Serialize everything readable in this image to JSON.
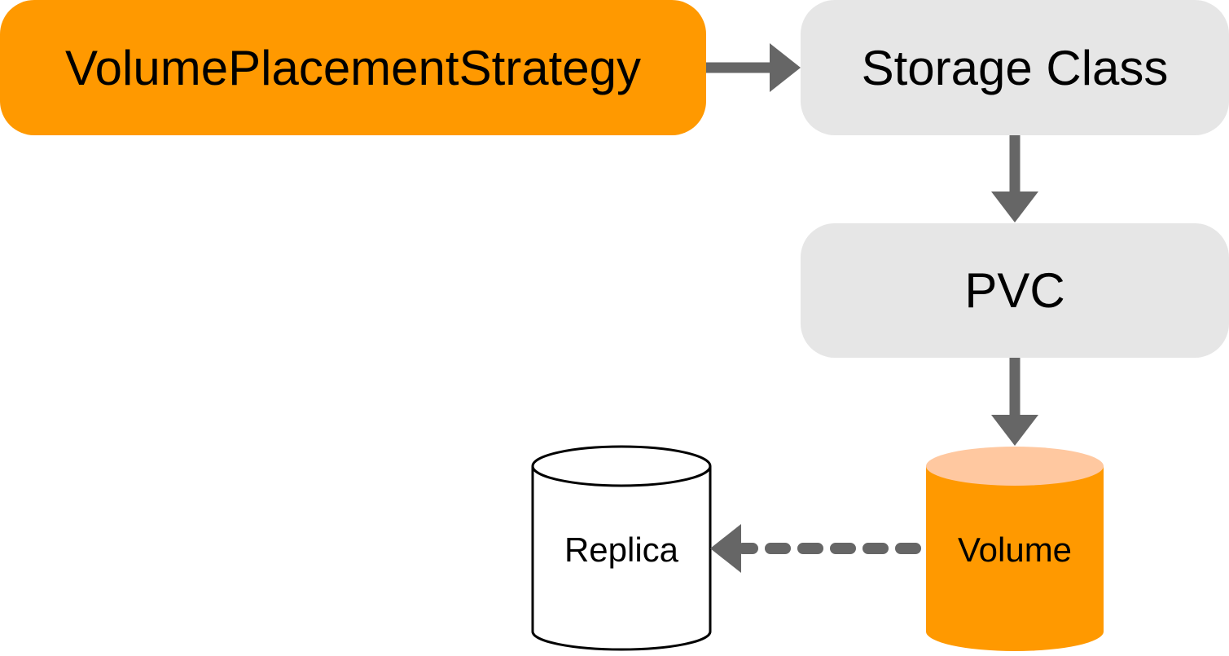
{
  "nodes": {
    "volume_placement_strategy": {
      "label": "VolumePlacementStrategy",
      "color": "#FF9900"
    },
    "storage_class": {
      "label": "Storage Class",
      "color": "#E6E6E6"
    },
    "pvc": {
      "label": "PVC",
      "color": "#E6E6E6"
    },
    "volume": {
      "label": "Volume",
      "color": "#FF9900",
      "top_color": "#FFC8A0"
    },
    "replica": {
      "label": "Replica",
      "color": "#FFFFFF",
      "stroke": "#000000"
    }
  },
  "edges": [
    {
      "from": "volume_placement_strategy",
      "to": "storage_class",
      "style": "solid"
    },
    {
      "from": "storage_class",
      "to": "pvc",
      "style": "solid"
    },
    {
      "from": "pvc",
      "to": "volume",
      "style": "solid"
    },
    {
      "from": "volume",
      "to": "replica",
      "style": "dashed"
    }
  ],
  "colors": {
    "arrow": "#666666"
  }
}
